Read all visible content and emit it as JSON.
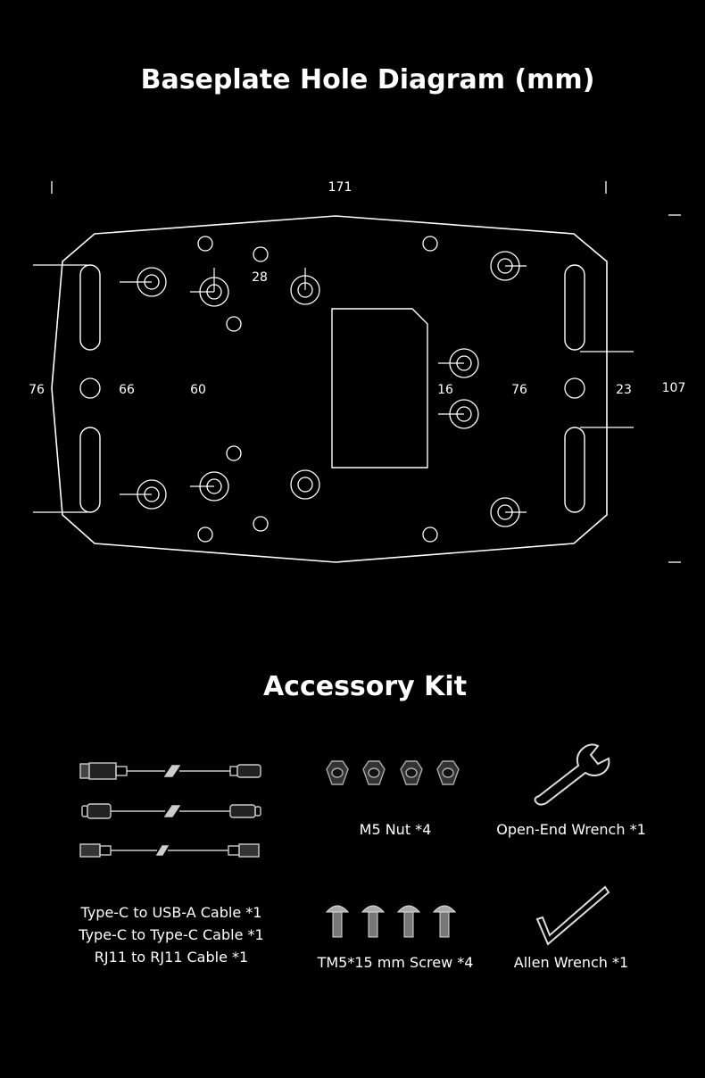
{
  "diagram": {
    "title": "Baseplate Hole Diagram (mm)",
    "dimensions": {
      "overall_width": "171",
      "overall_height": "107",
      "left_slot_span": "76",
      "hole_spacing_66": "66",
      "hole_spacing_60": "60",
      "hole_spacing_28": "28",
      "hole_spacing_16": "16",
      "right_slot_spacing": "76",
      "right_edge_offset": "23"
    }
  },
  "accessory_kit": {
    "title": "Accessory Kit",
    "items": {
      "cables": [
        "Type-C to USB-A Cable *1",
        "Type-C to Type-C Cable *1",
        "RJ11 to RJ11 Cable *1"
      ],
      "nut": "M5 Nut *4",
      "open_wrench": "Open-End Wrench *1",
      "screw": "TM5*15 mm Screw *4",
      "allen_wrench": "Allen Wrench *1"
    }
  },
  "colors": {
    "background": "#000000",
    "line": "#ffffff"
  }
}
